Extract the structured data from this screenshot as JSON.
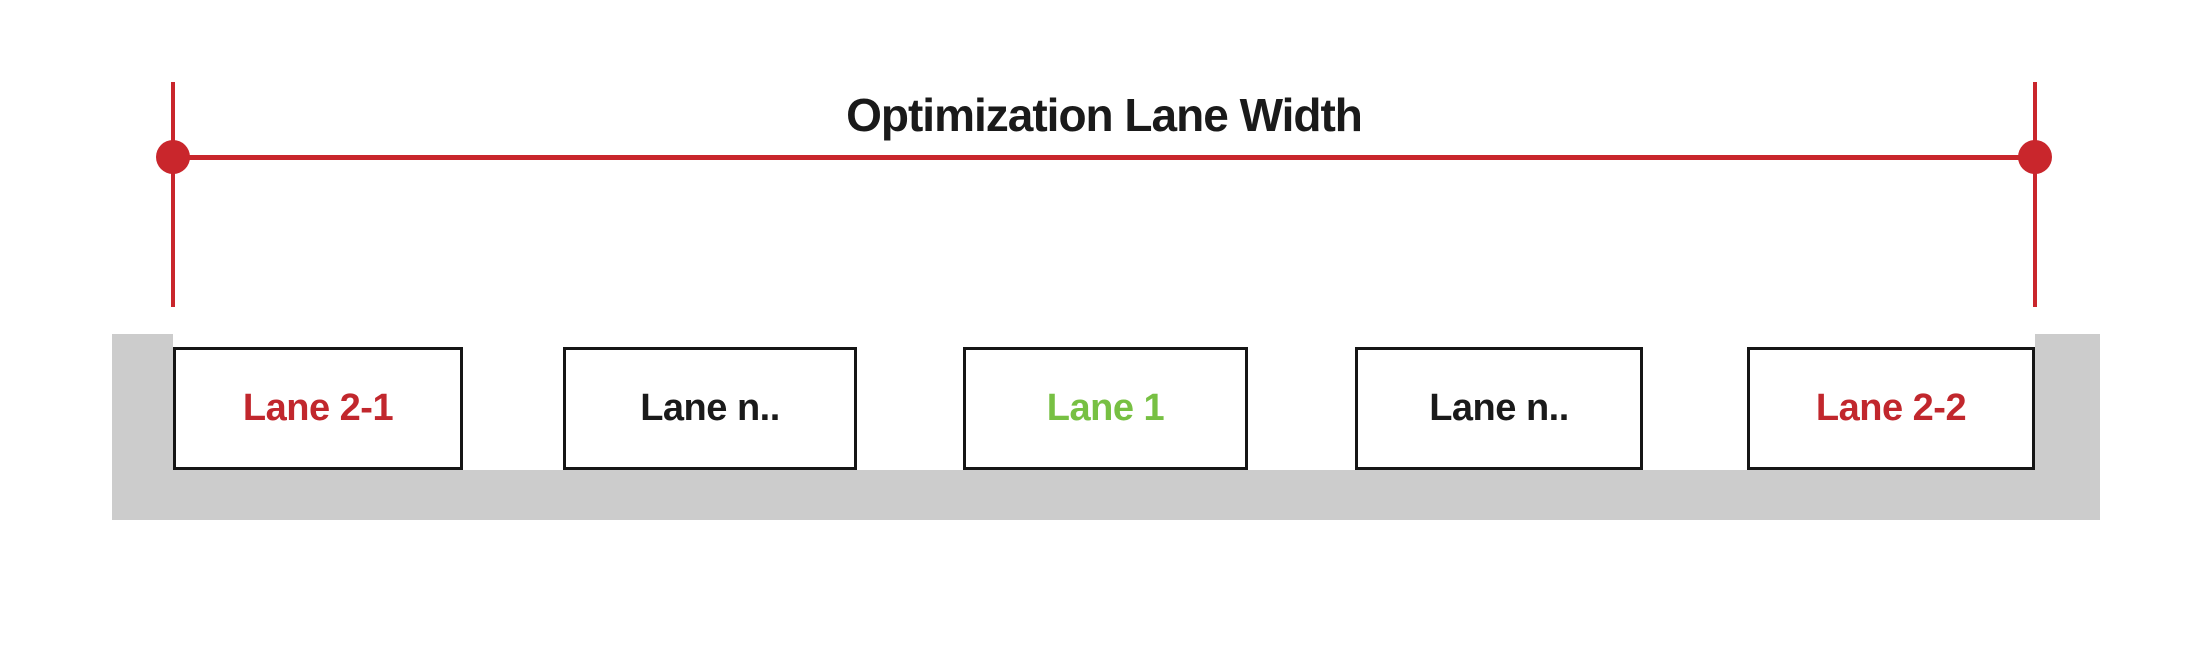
{
  "title": "Optimization Lane Width",
  "colors": {
    "accent_red": "#c9262c",
    "label_red": "#c1272d",
    "label_green": "#77c043",
    "label_black": "#1a1a1a",
    "channel_gray": "#cccccc",
    "border_black": "#151515"
  },
  "dimension": {
    "label": "Optimization Lane Width",
    "endpoints": [
      "left",
      "right"
    ]
  },
  "lanes": [
    {
      "id": "lane-2-1",
      "label": "Lane 2-1",
      "color_key": "label_red"
    },
    {
      "id": "lane-n-left",
      "label": "Lane n..",
      "color_key": "label_black"
    },
    {
      "id": "lane-1",
      "label": "Lane 1",
      "color_key": "label_green"
    },
    {
      "id": "lane-n-right",
      "label": "Lane n..",
      "color_key": "label_black"
    },
    {
      "id": "lane-2-2",
      "label": "Lane 2-2",
      "color_key": "label_red"
    }
  ]
}
